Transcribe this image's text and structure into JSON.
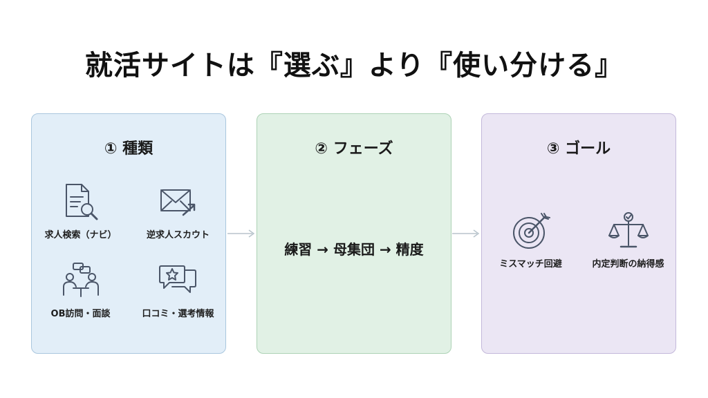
{
  "title": "就活サイトは『選ぶ』より『使い分ける』",
  "panels": [
    {
      "heading": "① 種類",
      "items": [
        {
          "label": "求人検索（ナビ）",
          "icon": "document-search-icon"
        },
        {
          "label": "逆求人スカウト",
          "icon": "mail-arrow-icon"
        },
        {
          "label": "OB訪問・面談",
          "icon": "meeting-people-icon"
        },
        {
          "label": "口コミ・選考情報",
          "icon": "chat-star-icon"
        }
      ]
    },
    {
      "heading": "② フェーズ",
      "flow": "練習 → 母集団 → 精度"
    },
    {
      "heading": "③ ゴール",
      "items": [
        {
          "label": "ミスマッチ回避",
          "icon": "target-arrow-icon"
        },
        {
          "label": "内定判断の納得感",
          "icon": "balance-scale-icon"
        }
      ]
    }
  ],
  "colors": {
    "panel1_bg": "#e2eef8",
    "panel2_bg": "#e1f1e5",
    "panel3_bg": "#ebe6f4",
    "icon_stroke": "#4a5568",
    "arrow": "#b8c4cc"
  }
}
